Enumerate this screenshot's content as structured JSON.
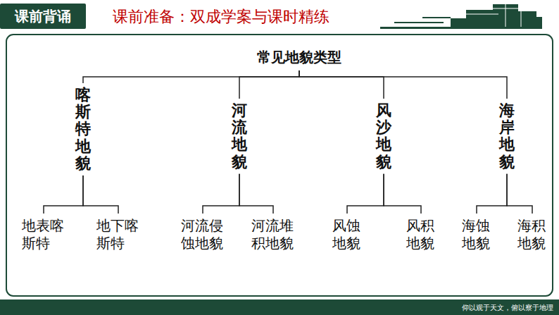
{
  "diagram": {
    "title": "课前准备：双成学案与课时精练",
    "nodes": [
      {
        "text": [
          "课前背诵"
        ]
      },
      {
        "text": [
          "常见地貌类型"
        ]
      },
      {
        "text": [
          "喀斯特地貌"
        ]
      },
      {
        "text": [
          "河流地貌"
        ]
      },
      {
        "text": [
          "风沙地貌"
        ]
      },
      {
        "text": [
          "海岸地貌"
        ]
      },
      {
        "text": [
          "地表喀斯特"
        ]
      },
      {
        "text": [
          "地下喀斯特"
        ]
      },
      {
        "text": [
          "河流侵蚀地貌"
        ]
      },
      {
        "text": [
          "河流堆积地貌"
        ]
      },
      {
        "text": [
          "风蚀地貌"
        ]
      },
      {
        "text": [
          "风积地貌"
        ]
      },
      {
        "text": [
          "海蚀地貌"
        ]
      },
      {
        "text": [
          "海积地貌"
        ]
      },
      {
        "text": [
          "仰以观于天文，俯以察于地理"
        ]
      }
    ],
    "edges": [
      {
        "from": 1,
        "to": 2,
        "arrow": "none"
      },
      {
        "from": 1,
        "to": 3,
        "arrow": "none"
      },
      {
        "from": 1,
        "to": 4,
        "arrow": "none"
      },
      {
        "from": 1,
        "to": 5,
        "arrow": "none"
      },
      {
        "from": 2,
        "to": 6,
        "arrow": "none"
      },
      {
        "from": 2,
        "to": 7,
        "arrow": "none"
      },
      {
        "from": 3,
        "to": 8,
        "arrow": "none"
      },
      {
        "from": 3,
        "to": 9,
        "arrow": "none"
      },
      {
        "from": 4,
        "to": 10,
        "arrow": "none"
      },
      {
        "from": 4,
        "to": 11,
        "arrow": "none"
      },
      {
        "from": 5,
        "to": 12,
        "arrow": "none"
      },
      {
        "from": 5,
        "to": 13,
        "arrow": "none"
      }
    ]
  }
}
